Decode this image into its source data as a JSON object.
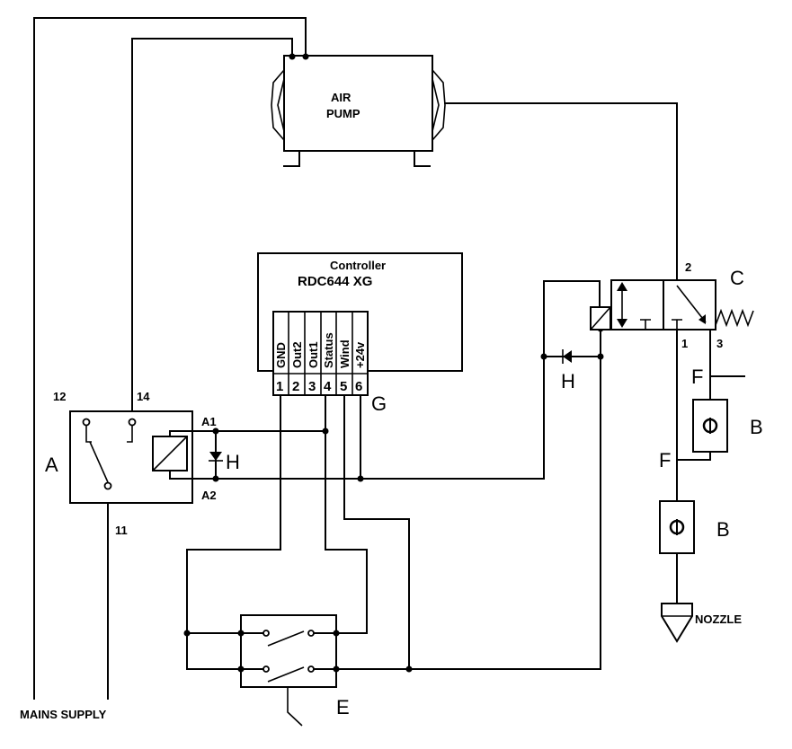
{
  "labels": {
    "air_pump_line1": "AIR",
    "air_pump_line2": "PUMP",
    "controller_line1": "Controller",
    "controller_line2": "RDC644 XG",
    "mains_supply": "MAINS SUPPLY",
    "nozzle": "NOZZLE",
    "relay": "A",
    "flow_meter": "B",
    "valve": "C",
    "switch": "E",
    "filter": "F",
    "terminal_block": "G",
    "diode": "H",
    "relay_pin_12": "12",
    "relay_pin_14": "14",
    "relay_pin_11": "11",
    "coil_a1": "A1",
    "coil_a2": "A2",
    "valve_port_1": "1",
    "valve_port_2": "2",
    "valve_port_3": "3"
  },
  "terminals": [
    {
      "name": "GND",
      "number": "1"
    },
    {
      "name": "Out2",
      "number": "2"
    },
    {
      "name": "Out1",
      "number": "3"
    },
    {
      "name": "Status",
      "number": "4"
    },
    {
      "name": "Wind",
      "number": "5"
    },
    {
      "name": "+24v",
      "number": "6"
    }
  ]
}
